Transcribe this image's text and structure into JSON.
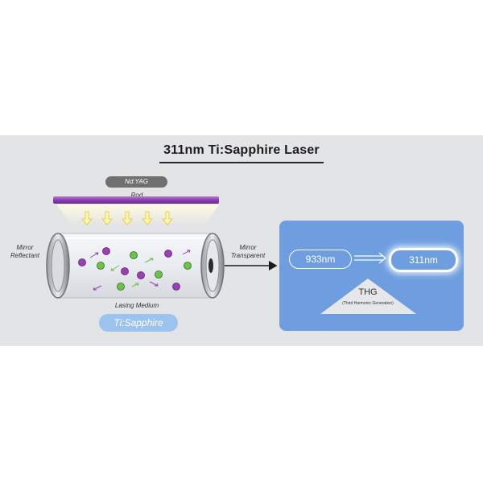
{
  "title": "311nm Ti:Sapphire Laser",
  "pump": {
    "label": "Nd:YAG",
    "rod_label": "Rod"
  },
  "mirrors": {
    "left": {
      "line1": "Mirror",
      "line2": "Reflectant"
    },
    "right": {
      "line1": "Mirror",
      "line2": "Transparent"
    }
  },
  "medium": {
    "label": "Lasing Medium",
    "crystal": "Ti:Sapphire"
  },
  "conversion": {
    "input": "933nm",
    "output": "311nm",
    "method": "THG",
    "method_full": "(Third Harmonic Generation)"
  },
  "colors": {
    "panel": "#e3e4e6",
    "rod": "#8a3fb0",
    "blue_box": "#6f9ee0",
    "crystal_pill": "#9cc2ee",
    "particle_purple": "#9a3fb5",
    "particle_green": "#6dc24a"
  }
}
